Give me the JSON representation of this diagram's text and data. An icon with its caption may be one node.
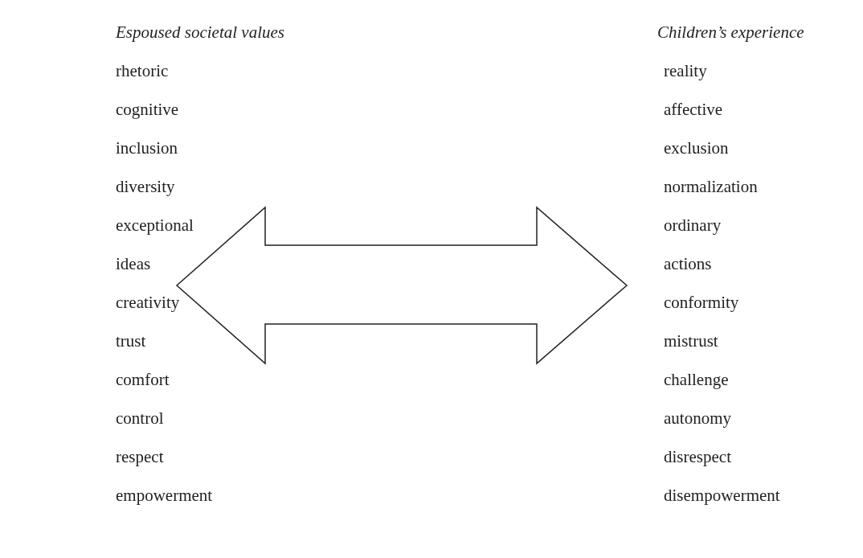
{
  "diagram": {
    "labels": [
      "Espoused societal values",
      "Children’s experience",
      "rhetoric",
      "reality",
      "cognitive",
      "affective",
      "inclusion",
      "exclusion",
      "diversity",
      "normalization",
      "exceptional",
      "ordinary",
      "ideas",
      "actions",
      "creativity",
      "conformity",
      "trust",
      "mistrust",
      "comfort",
      "challenge",
      "control",
      "autonomy",
      "respect",
      "disrespect",
      "empowerment",
      "disempowerment"
    ]
  }
}
